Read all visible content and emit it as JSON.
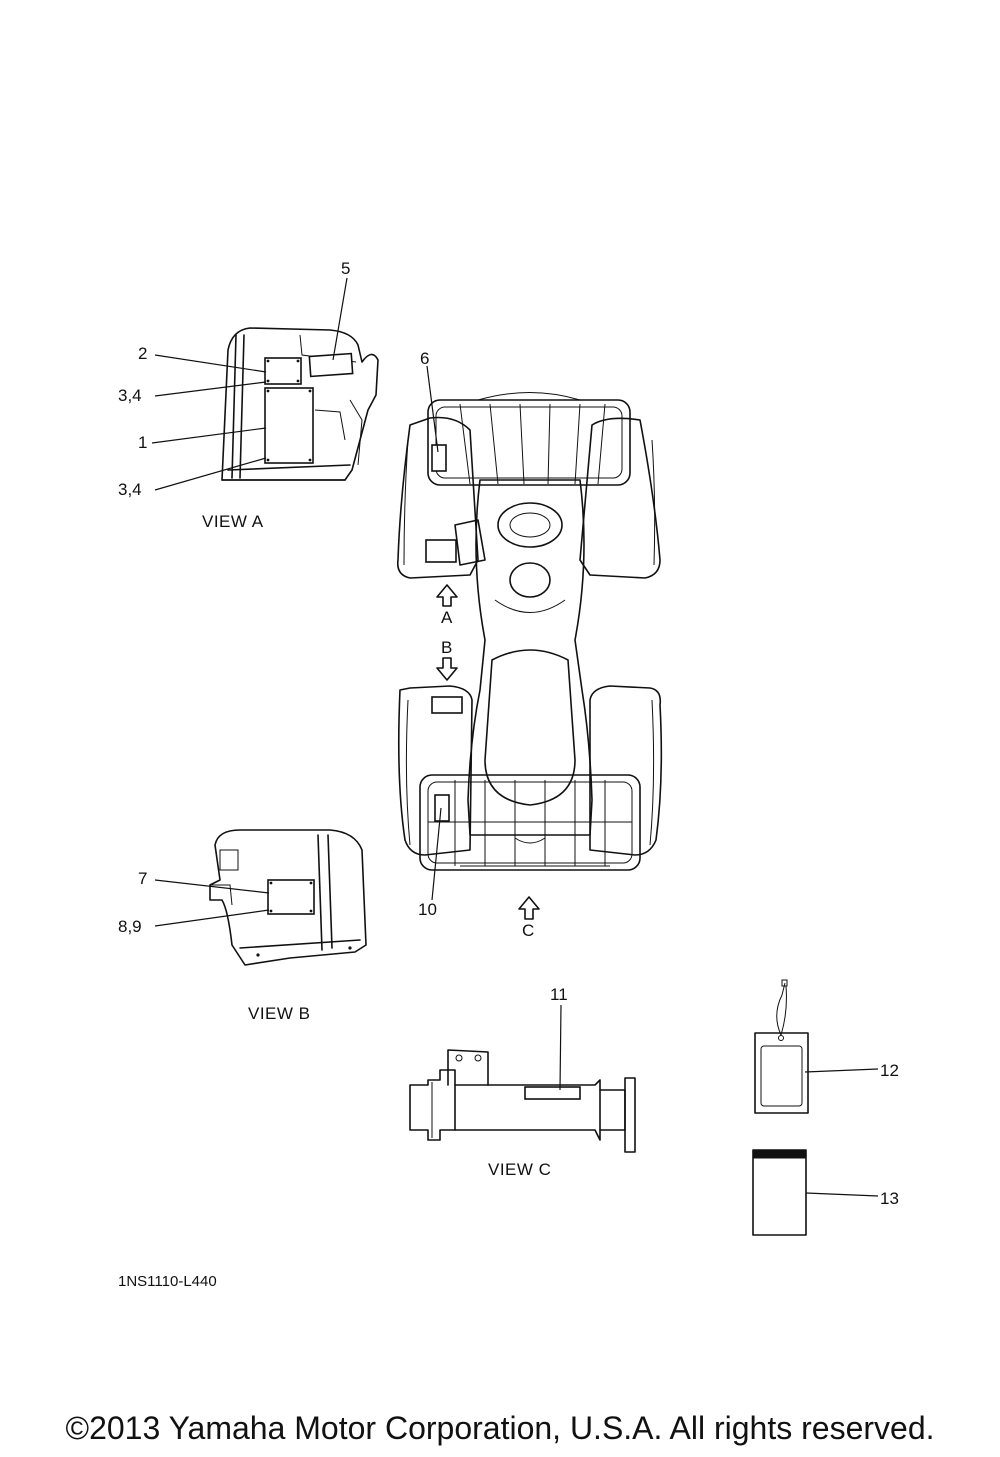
{
  "callouts": {
    "c1": "1",
    "c2": "2",
    "c34a": "3,4",
    "c34b": "3,4",
    "c5": "5",
    "c6": "6",
    "c7": "7",
    "c89": "8,9",
    "c10": "10",
    "c11": "11",
    "c12": "12",
    "c13": "13"
  },
  "arrows": {
    "a": "A",
    "b": "B",
    "c": "C"
  },
  "views": {
    "view_a": "VIEW A",
    "view_b": "VIEW B",
    "view_c": "VIEW C"
  },
  "diagram_code": "1NS1110-L440",
  "copyright": "©2013 Yamaha Motor Corporation, U.S.A. All rights reserved."
}
